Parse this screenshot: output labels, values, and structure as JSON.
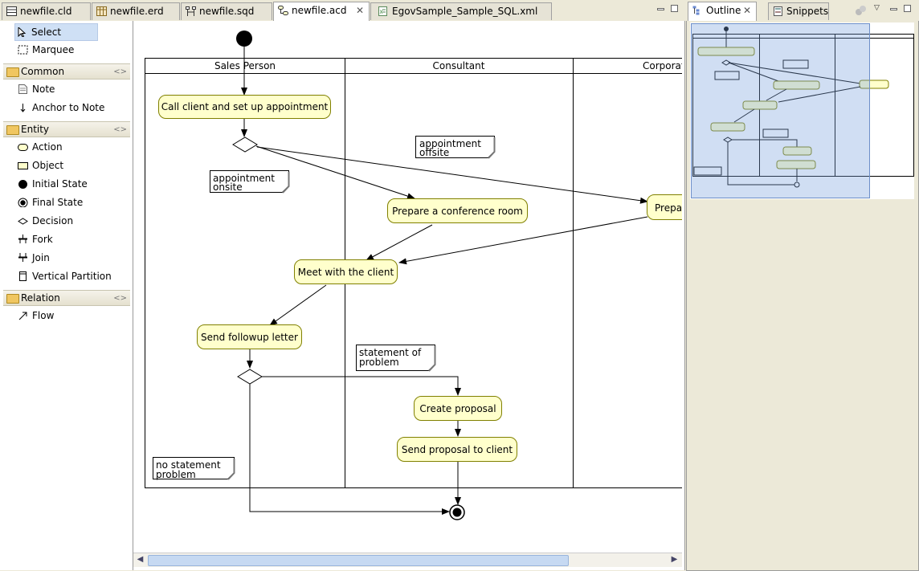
{
  "editor_tabs": [
    {
      "label": "newfile.cld",
      "icon": "class-diagram-icon"
    },
    {
      "label": "newfile.erd",
      "icon": "er-diagram-icon"
    },
    {
      "label": "newfile.sqd",
      "icon": "sequence-diagram-icon"
    },
    {
      "label": "newfile.acd",
      "icon": "activity-diagram-icon",
      "active": true
    },
    {
      "label": "EgovSample_Sample_SQL.xml",
      "icon": "xml-file-icon"
    }
  ],
  "outline_tabs": [
    {
      "label": "Outline",
      "active": true
    },
    {
      "label": "Snippets"
    }
  ],
  "palette": {
    "tools": [
      {
        "label": "Select",
        "selected": true
      },
      {
        "label": "Marquee"
      }
    ],
    "drawers": [
      {
        "label": "Common",
        "items": [
          "Note",
          "Anchor to Note"
        ]
      },
      {
        "label": "Entity",
        "items": [
          "Action",
          "Object",
          "Initial State",
          "Final State",
          "Decision",
          "Fork",
          "Join",
          "Vertical Partition"
        ]
      },
      {
        "label": "Relation",
        "items": [
          "Flow"
        ]
      }
    ],
    "collapse_glyph": "<>"
  },
  "diagram": {
    "partitions": [
      "Sales Person",
      "Consultant",
      "Corporat"
    ],
    "actions": {
      "call": "Call client and set up appointment",
      "prepare_room": "Prepare a conference room",
      "prepare_partial": "Prepa",
      "meet": "Meet with the client",
      "followup": "Send followup letter",
      "create": "Create proposal",
      "send": "Send proposal to client"
    },
    "notes": {
      "onsite": [
        "appointment",
        "onsite"
      ],
      "offsite": [
        "appointment",
        "offsite"
      ],
      "statement": [
        "statement of",
        "problem"
      ],
      "no_statement": [
        "no statement",
        "problem"
      ]
    }
  },
  "colors": {
    "action_fill": "#ffffcc",
    "action_stroke": "#808000",
    "selection": "#cfe0f5"
  }
}
